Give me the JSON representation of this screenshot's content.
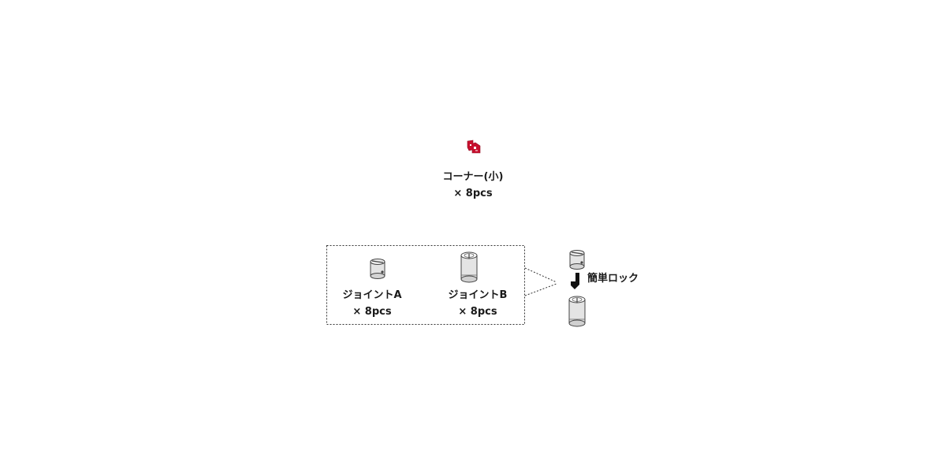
{
  "corner": {
    "name": "コーナー(小)",
    "quantity": "× 8pcs"
  },
  "joint_a": {
    "name": "ジョイントA",
    "quantity": "× 8pcs"
  },
  "joint_b": {
    "name": "ジョイントB",
    "quantity": "× 8pcs"
  },
  "lock": {
    "label": "簡単ロック"
  },
  "colors": {
    "corner_red": "#c8102e",
    "part_gray": "#e4e4e4",
    "line": "#333333"
  }
}
